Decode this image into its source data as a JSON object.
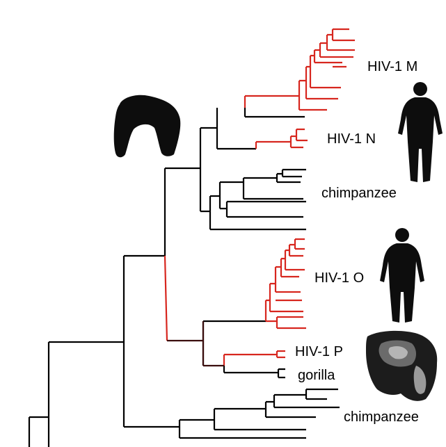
{
  "diagram": {
    "colors": {
      "human_clade": "#d7261e",
      "host_clade": "#000000"
    },
    "labels": {
      "hiv1_m": "HIV-1 M",
      "hiv1_n": "HIV-1 N",
      "chimp_upper": "chimpanzee",
      "hiv1_o": "HIV-1 O",
      "hiv1_p": "HIV-1 P",
      "gorilla": "gorilla",
      "chimp_lower": "chimpanzee"
    },
    "icons": {
      "top_left": "gorilla-silhouette-icon",
      "human_top": "human-silhouette-icon",
      "human_mid": "human-silhouette-icon",
      "bottom_right": "gorilla-photo-icon"
    }
  }
}
